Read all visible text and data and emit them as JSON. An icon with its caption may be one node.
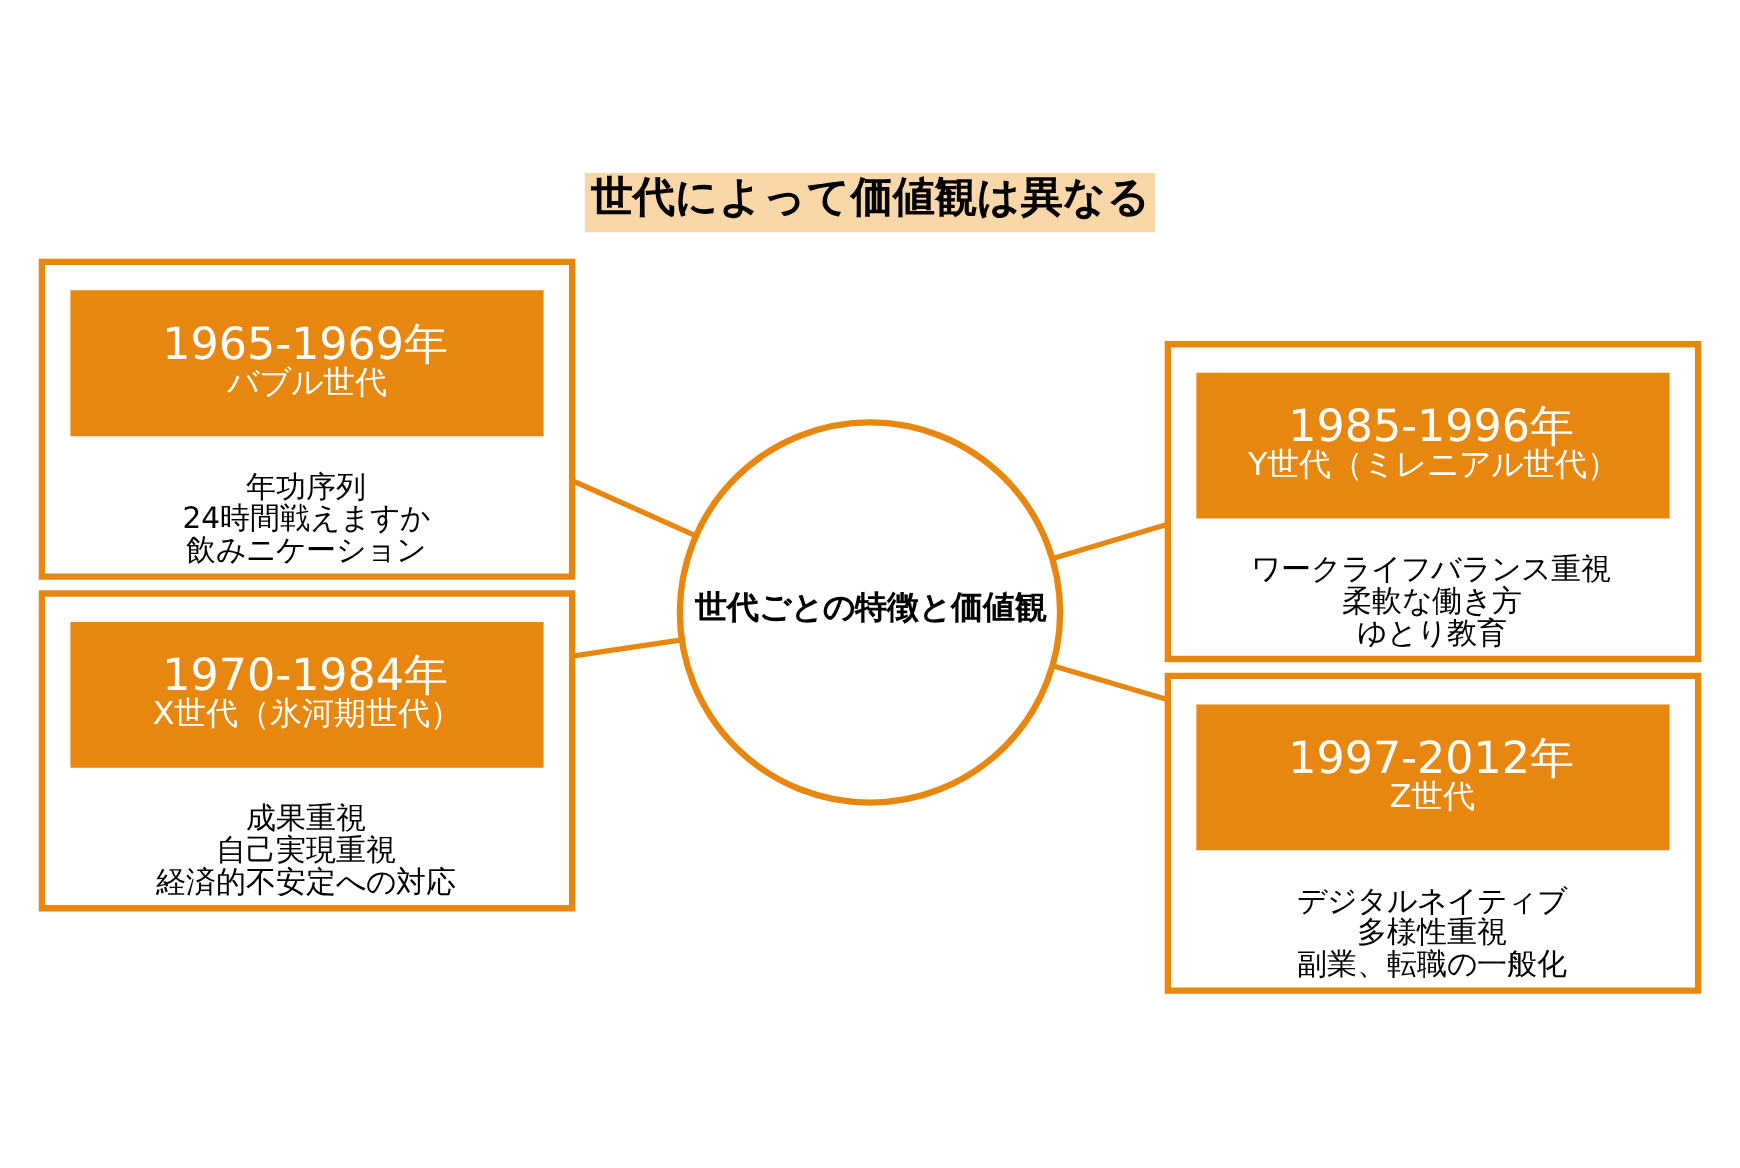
{
  "diagram": {
    "title": "世代によって価値観は異なる",
    "nodes": [
      {
        "text": [
          "年功序列",
          "24時間戦えますか",
          "飲みニケーション"
        ]
      },
      {
        "text": [
          "1965-1969年",
          "バブル世代"
        ],
        "in": 0
      },
      {
        "text": [
          "ワークライフバランス重視",
          "柔軟な働き方",
          "ゆとり教育"
        ]
      },
      {
        "text": [
          "1985-1996年",
          "Y世代（ミレニアル世代）"
        ],
        "in": 2
      },
      {
        "text": [
          "世代ごとの特徴と価値観"
        ]
      },
      {
        "text": [
          "成果重視",
          "自己実現重視",
          "経済的不安定への対応"
        ]
      },
      {
        "text": [
          "1970-1984年",
          "X世代（氷河期世代）"
        ],
        "in": 5
      },
      {
        "text": [
          "デジタルネイティブ",
          "多様性重視",
          "副業、転職の一般化"
        ]
      },
      {
        "text": [
          "1997-2012年",
          "Z世代"
        ],
        "in": 7
      }
    ],
    "edges": [
      {
        "from": 0,
        "to": 4,
        "arrow": "none"
      },
      {
        "from": 4,
        "to": 2,
        "arrow": "none"
      },
      {
        "from": 5,
        "to": 4,
        "arrow": "none"
      },
      {
        "from": 4,
        "to": 7,
        "arrow": "none"
      }
    ]
  }
}
